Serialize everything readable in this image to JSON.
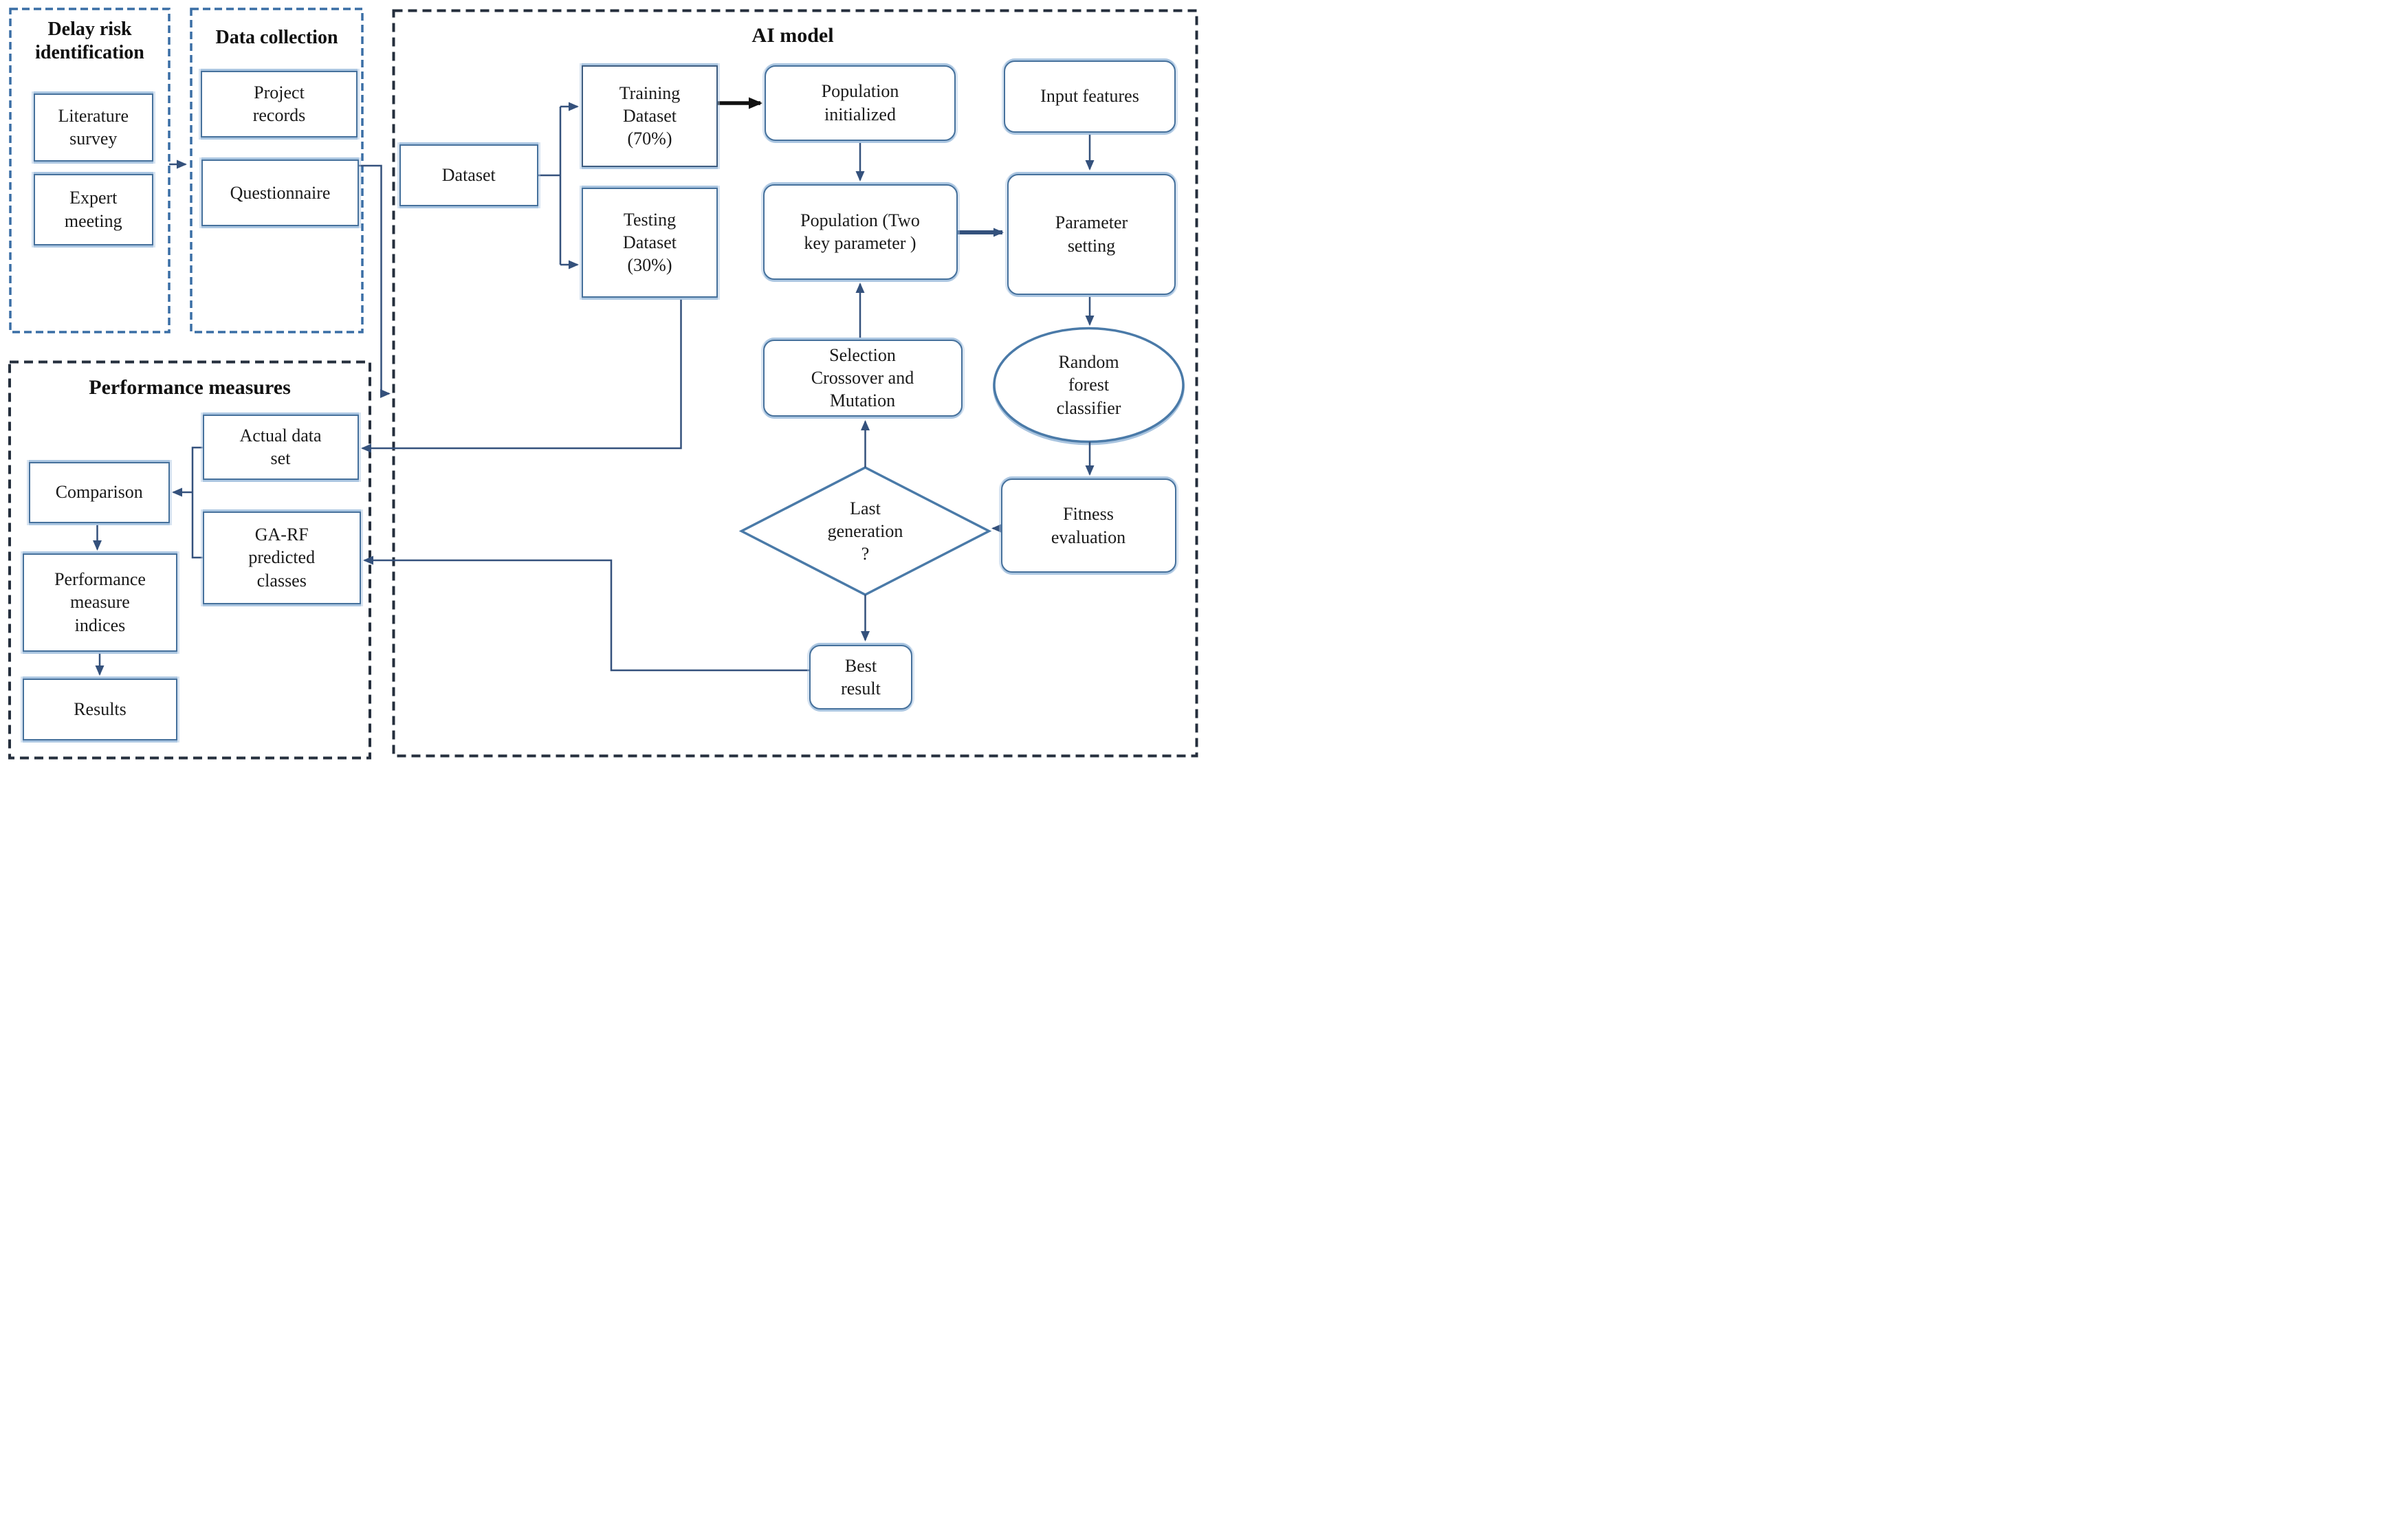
{
  "sections": {
    "delay_risk": {
      "title": "Delay risk\nidentification"
    },
    "data_collection": {
      "title": "Data collection"
    },
    "ai_model": {
      "title": "AI model"
    },
    "performance": {
      "title": "Performance measures"
    }
  },
  "nodes": {
    "literature_survey": {
      "label": "Literature\nsurvey"
    },
    "expert_meeting": {
      "label": "Expert\nmeeting"
    },
    "project_records": {
      "label": "Project\nrecords"
    },
    "questionnaire": {
      "label": "Questionnaire"
    },
    "dataset": {
      "label": "Dataset"
    },
    "training_dataset": {
      "label": "Training\nDataset\n(70%)"
    },
    "testing_dataset": {
      "label": "Testing\nDataset\n(30%)"
    },
    "population_initialized": {
      "label": "Population\ninitialized"
    },
    "input_features": {
      "label": "Input features"
    },
    "population_two_key": {
      "label": "Population (Two\nkey parameter )"
    },
    "parameter_setting": {
      "label": "Parameter\nsetting"
    },
    "selection_crossover_mutation": {
      "label": "Selection\nCrossover and\nMutation"
    },
    "random_forest_classifier": {
      "label": "Random\nforest\nclassifier"
    },
    "last_generation": {
      "label": "Last\ngeneration\n?"
    },
    "fitness_evaluation": {
      "label": "Fitness\nevaluation"
    },
    "best_result": {
      "label": "Best\nresult"
    },
    "actual_data_set": {
      "label": "Actual data\nset"
    },
    "ga_rf_predicted": {
      "label": "GA-RF\npredicted\nclasses"
    },
    "comparison": {
      "label": "Comparison"
    },
    "performance_measure_indices": {
      "label": "Performance\nmeasure\nindices"
    },
    "results": {
      "label": "Results"
    }
  },
  "colors": {
    "box_border": "#46719c",
    "box_border_dark": "#3d5c80",
    "box_halo": "#a9c4df",
    "connector": "#34517c",
    "bold_arrow": "#111111",
    "dashed_blue_border": "#3a6ea5",
    "dashed_dark_border": "#252f3d",
    "text": "#1a1a1a",
    "background": "#ffffff"
  }
}
